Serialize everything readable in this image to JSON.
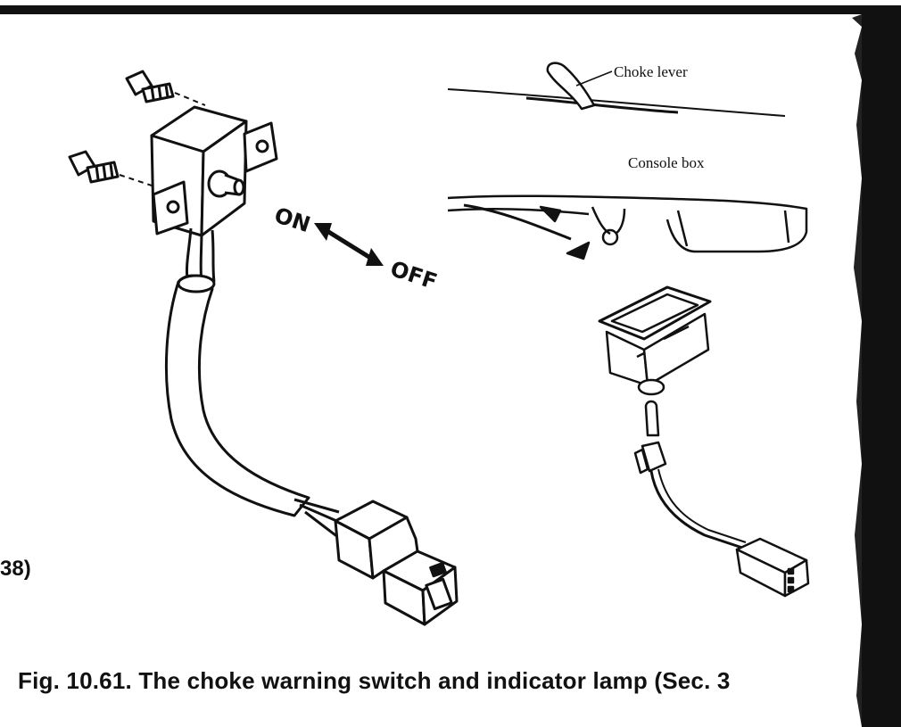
{
  "labels": {
    "choke_lever": "Choke lever",
    "console_box": "Console box",
    "on": "ON",
    "off": "OFF"
  },
  "edge_fragment": "38)",
  "caption": "Fig. 10.61. The choke warning switch and indicator lamp (Sec. 3",
  "colors": {
    "ink": "#111111",
    "paper": "#ffffff"
  }
}
